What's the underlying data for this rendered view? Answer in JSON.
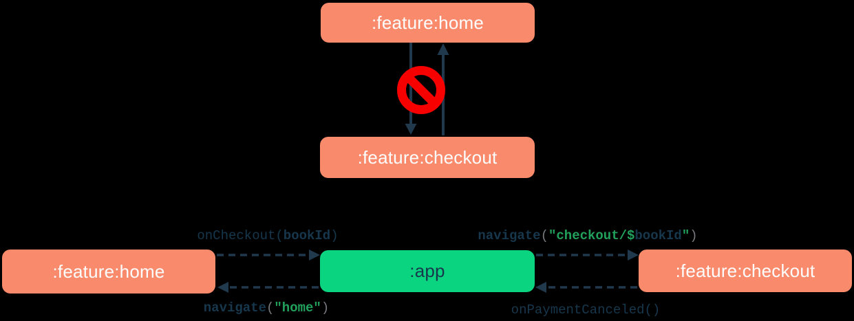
{
  "colors": {
    "background": "#000000",
    "feature_box": "#f98b6c",
    "app_box": "#0bd480",
    "box_text_light": "#fdfdfd",
    "navy": "#17374d",
    "arrow_navy": "#21394c",
    "code_green": "#21a15c",
    "code_gray": "#77797c",
    "prohibited_red": "#f60000"
  },
  "top_diagram": {
    "home_box_label": ":feature:home",
    "checkout_box_label": ":feature:checkout",
    "prohibition_icon": "no-entry-icon",
    "arrows": [
      {
        "name": "home-to-checkout",
        "direction": "down",
        "style": "solid"
      },
      {
        "name": "checkout-to-home",
        "direction": "up",
        "style": "solid"
      }
    ]
  },
  "bottom_diagram": {
    "home_box_label": ":feature:home",
    "app_box_label": ":app",
    "checkout_box_label": ":feature:checkout",
    "arrows": [
      {
        "name": "home-to-app",
        "direction": "right",
        "style": "dashed"
      },
      {
        "name": "app-to-home",
        "direction": "left",
        "style": "dashed"
      },
      {
        "name": "app-to-checkout",
        "direction": "right",
        "style": "dashed"
      },
      {
        "name": "checkout-to-app",
        "direction": "left",
        "style": "dashed"
      }
    ],
    "labels": {
      "on_checkout": {
        "parts": [
          {
            "text": "onCheckout(",
            "role": "navy"
          },
          {
            "text": "bookId",
            "role": "navyb"
          },
          {
            "text": ")",
            "role": "navy"
          }
        ]
      },
      "navigate_checkout": {
        "parts": [
          {
            "text": "navigate",
            "role": "navyb"
          },
          {
            "text": "(",
            "role": "gray"
          },
          {
            "text": "\"checkout/$",
            "role": "green"
          },
          {
            "text": "bookId",
            "role": "navyb"
          },
          {
            "text": "\"",
            "role": "green"
          },
          {
            "text": ")",
            "role": "gray"
          }
        ]
      },
      "navigate_home": {
        "parts": [
          {
            "text": "navigate",
            "role": "navyb"
          },
          {
            "text": "(",
            "role": "gray"
          },
          {
            "text": "\"home\"",
            "role": "green"
          },
          {
            "text": ")",
            "role": "gray"
          }
        ]
      },
      "on_payment_canceled": {
        "parts": [
          {
            "text": "onPaymentCanceled()",
            "role": "navy"
          }
        ]
      }
    }
  }
}
